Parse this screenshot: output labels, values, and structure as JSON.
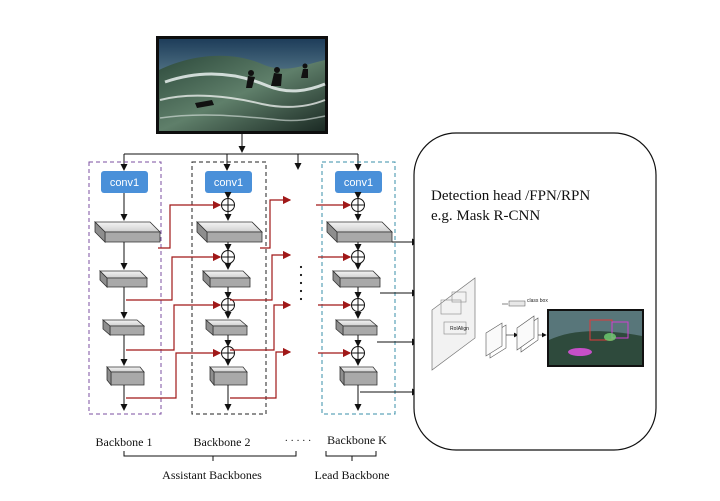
{
  "conv_label": "conv1",
  "plus_symbol": "⊕",
  "ellipsis_h": "· · · · ·",
  "detection": {
    "title": "Detection head /FPN/RPN",
    "subtitle": "e.g. Mask R-CNN",
    "roialign": "RoIAlign",
    "classbox": "class box"
  },
  "backbones": {
    "b1": "Backbone 1",
    "b2": "Backbone 2",
    "bk": "Backbone K"
  },
  "groups": {
    "assistant": "Assistant Backbones",
    "lead": "Lead Backbone"
  },
  "colors": {
    "conv_fill": "#4a90d9",
    "b1_border": "#7b4fa0",
    "b2_border": "#222222",
    "bk_border": "#3a8fa8",
    "red_arrow": "#a01818"
  }
}
